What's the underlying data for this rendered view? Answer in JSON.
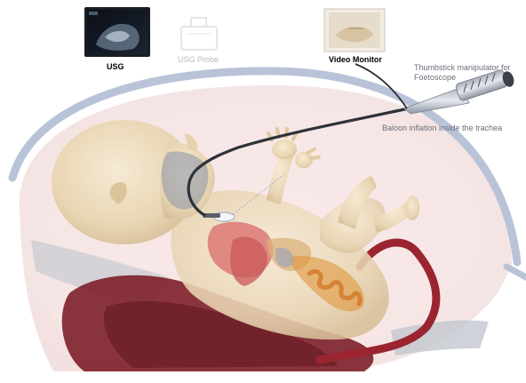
{
  "labels": {
    "usg": "USG",
    "usg_probe": "USG Probe",
    "video_monitor": "Video Monitor",
    "thumbstick_line1": "Thumbstick manipulator for",
    "thumbstick_line2": "Foetoscope",
    "balloon": "Baloon inflation inside the trachea"
  },
  "colors": {
    "uterus_ring": "#b9c3d8",
    "fetus_skin": "#ecdcbf",
    "placenta": "#7d1f2a",
    "umbilical_cord": "#9a2530",
    "foetoscope": "#2e3238"
  }
}
